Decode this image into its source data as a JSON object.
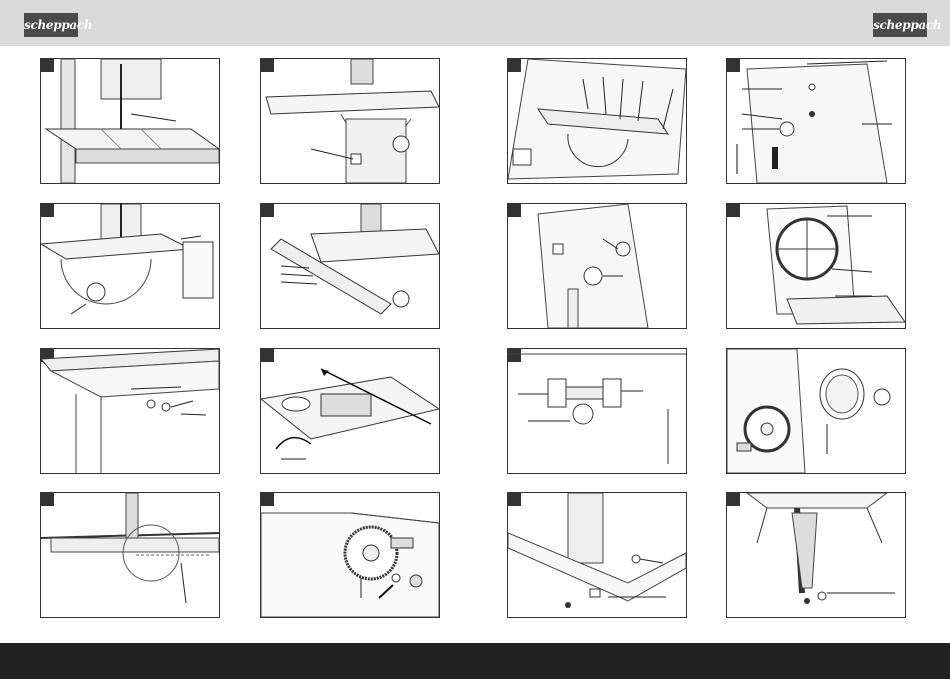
{
  "header": {
    "logo_left": "scheppach",
    "logo_right": "scheppach",
    "background": "#d9d9d9"
  },
  "footer": {
    "background": "#222222"
  },
  "figures": [
    {
      "id": "p1"
    },
    {
      "id": "p2"
    },
    {
      "id": "p3"
    },
    {
      "id": "p4"
    },
    {
      "id": "p5"
    },
    {
      "id": "p6"
    },
    {
      "id": "p7"
    },
    {
      "id": "p8"
    },
    {
      "id": "p9"
    },
    {
      "id": "p10"
    },
    {
      "id": "p11"
    },
    {
      "id": "p12"
    },
    {
      "id": "p13"
    },
    {
      "id": "p14"
    },
    {
      "id": "p15"
    },
    {
      "id": "p16"
    }
  ]
}
